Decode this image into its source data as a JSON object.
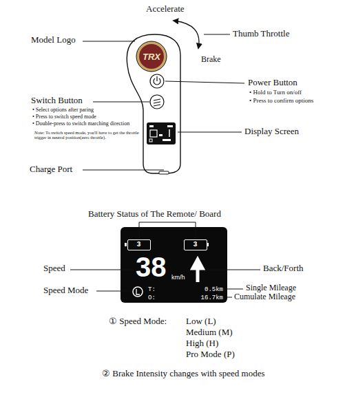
{
  "diagram": {
    "nodes": [
      {
        "text": [
          "TRX"
        ]
      },
      {
        "text": [
          "38",
          "km/h",
          "T:",
          "0.5km",
          "O:",
          "16.7km"
        ]
      },
      {
        "text": [
          "3"
        ],
        "in": 1
      },
      {
        "text": [
          "3"
        ],
        "in": 1
      }
    ],
    "labels": [
      "Accelerate",
      "Thumb Throttle",
      "Brake",
      "Model Logo",
      "Power Button",
      "• Hold to Turn on/off",
      "• Press to confirm options",
      "Switch Button",
      "• Select options after paring",
      "• Press to switch speed mode",
      "• Double-press to switch marching direction",
      "Note: To switch speed mode, you'll have to get the throttle trigger in neutral position(zero throttle).",
      "Display Screen",
      "Charge Port",
      "Battery Status of The Remote/ Board",
      "Speed",
      "Back/Forth",
      "Speed Mode",
      "Single Mileage",
      "Cumulate Mileage",
      "① Speed Mode:",
      "Low (L)",
      "Medium (M)",
      "High (H)",
      "Pro Mode (P)",
      "② Brake Intensity changes with speed modes"
    ]
  }
}
